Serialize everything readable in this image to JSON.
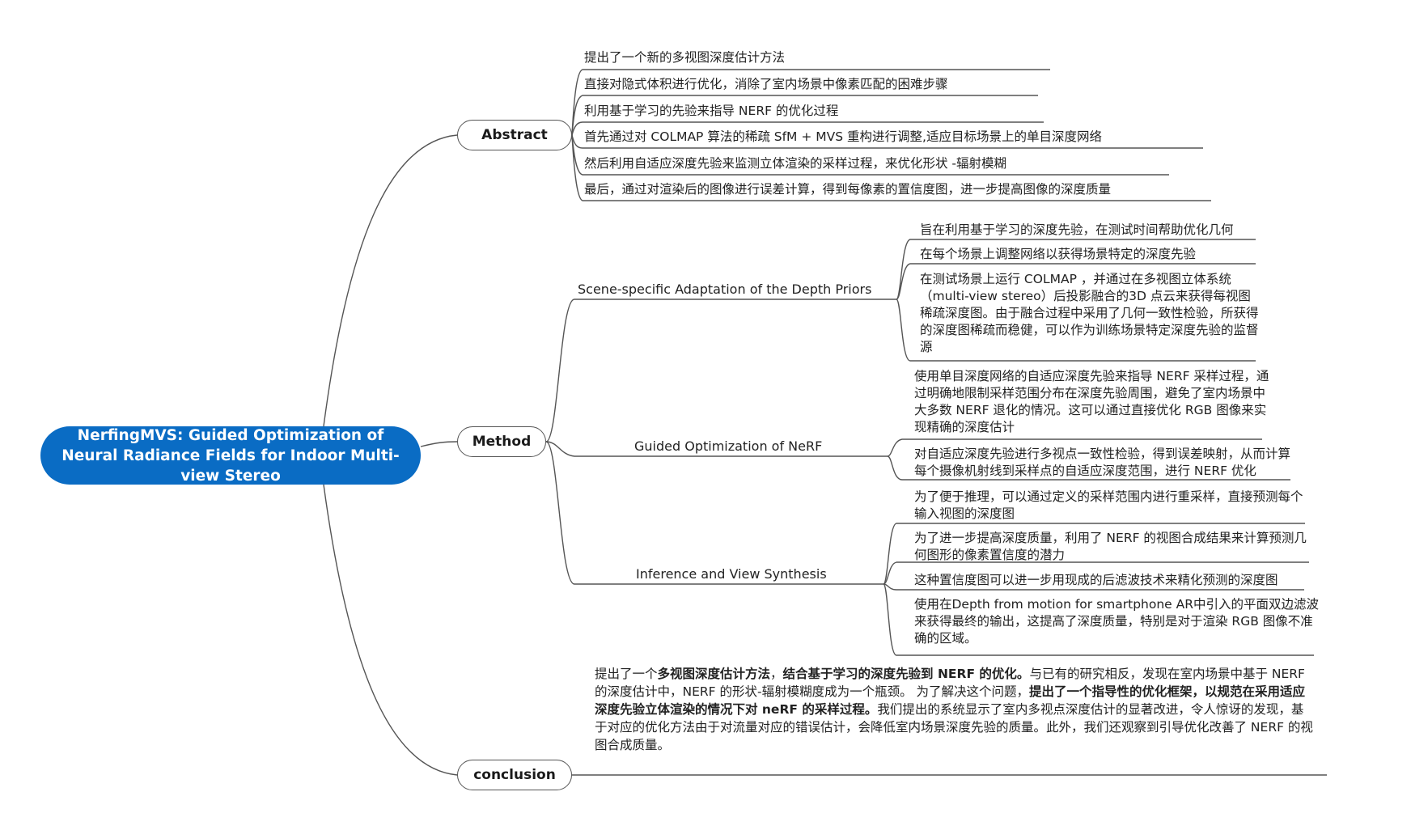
{
  "root": {
    "title": "NerfingMVS: Guided Optimization of Neural Radiance Fields for Indoor Multi-view Stereo"
  },
  "branches": {
    "abstract": {
      "label": "Abstract",
      "items": [
        "提出了一个新的多视图深度估计方法",
        "直接对隐式体积进行优化，消除了室内场景中像素匹配的困难步骤",
        "利用基于学习的先验来指导 NERF 的优化过程",
        "首先通过对 COLMAP 算法的稀疏 SfM + MVS 重构进行调整,适应目标场景上的单目深度网络",
        "然后利用自适应深度先验来监测立体渲染的采样过程，来优化形状 -辐射模糊",
        "最后，通过对渲染后的图像进行误差计算，得到每像素的置信度图，进一步提高图像的深度质量"
      ]
    },
    "method": {
      "label": "Method",
      "subs": [
        {
          "label": "Scene-specific Adaptation of the Depth Priors",
          "items": [
            "旨在利用基于学习的深度先验，在测试时间帮助优化几何",
            "在每个场景上调整网络以获得场景特定的深度先验",
            "在测试场景上运行 COLMAP ，并通过在多视图立体系统（multi-view stereo）后投影融合的3D 点云来获得每视图稀疏深度图。由于融合过程中采用了几何一致性检验，所获得的深度图稀疏而稳健，可以作为训练场景特定深度先验的监督源"
          ]
        },
        {
          "label": "Guided Optimization of NeRF",
          "items": [
            "使用单目深度网络的自适应深度先验来指导 NERF 采样过程，通过明确地限制采样范围分布在深度先验周围，避免了室内场景中大多数 NERF 退化的情况。这可以通过直接优化 RGB 图像来实现精确的深度估计",
            "对自适应深度先验进行多视点一致性检验，得到误差映射，从而计算每个摄像机射线到采样点的自适应深度范围，进行 NERF 优化"
          ]
        },
        {
          "label": "Inference and View Synthesis",
          "items": [
            "为了便于推理，可以通过定义的采样范围内进行重采样，直接预测每个输入视图的深度图",
            "为了进一步提高深度质量，利用了 NERF 的视图合成结果来计算预测几何图形的像素置信度的潜力",
            "这种置信度图可以进一步用现成的后滤波技术来精化预测的深度图",
            "使用在Depth from motion for smartphone AR中引入的平面双边滤波来获得最终的输出，这提高了深度质量，特别是对于渲染 RGB 图像不准确的区域。"
          ]
        }
      ]
    },
    "conclusion": {
      "label": "conclusion",
      "segments": [
        {
          "text": "提出了一个",
          "bold": false
        },
        {
          "text": "多视图深度估计方法",
          "bold": true
        },
        {
          "text": "，",
          "bold": false
        },
        {
          "text": "结合基于学习的深度先验到 NERF 的优化。",
          "bold": true
        },
        {
          "text": "与已有的研究相反，发现在室内场景中基于 NERF 的深度估计中，NERF 的形状-辐射模糊度成为一个瓶颈。 为了解决这个问题，",
          "bold": false
        },
        {
          "text": "提出了一个指导性的优化框架，以规范在采用适应深度先验立体渲染的情况下对 neRF 的采样过程。",
          "bold": true
        },
        {
          "text": "我们提出的系统显示了室内多视点深度估计的显著改进，令人惊讶的发现，基于对应的优化方法由于对流量对应的错误估计，会降低室内场景深度先验的质量。此外，我们还观察到引导优化改善了 NERF 的视图合成质量。",
          "bold": false
        }
      ]
    }
  }
}
